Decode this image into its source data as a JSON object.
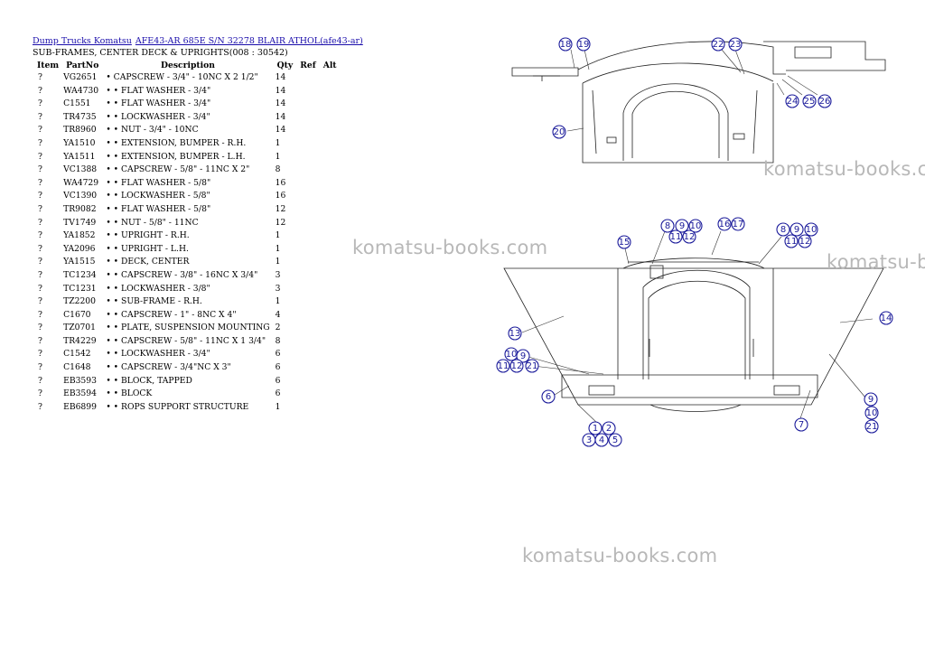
{
  "header": {
    "link1": "Dump Trucks Komatsu",
    "link2": "AFE43-AR 685E S/N 32278 BLAIR ATHOL(afe43-ar)"
  },
  "subtitle": "SUB-FRAMES, CENTER DECK & UPRIGHTS(008 : 30542)",
  "table": {
    "headers": {
      "item": "Item",
      "part": "PartNo",
      "desc": "Description",
      "qty": "Qty",
      "ref": "Ref",
      "alt": "Alt"
    },
    "rows": [
      {
        "item": "?",
        "part": "VG2651",
        "desc": "• CAPSCREW - 3/4\" - 10NC X 2 1/2\"",
        "qty": "14"
      },
      {
        "item": "?",
        "part": "WA4730",
        "desc": "• • FLAT WASHER - 3/4\"",
        "qty": "14"
      },
      {
        "item": "?",
        "part": "C1551",
        "desc": "• • FLAT WASHER - 3/4\"",
        "qty": "14"
      },
      {
        "item": "?",
        "part": "TR4735",
        "desc": "• • LOCKWASHER - 3/4\"",
        "qty": "14"
      },
      {
        "item": "?",
        "part": "TR8960",
        "desc": "• • NUT - 3/4\" - 10NC",
        "qty": "14"
      },
      {
        "item": "?",
        "part": "YA1510",
        "desc": "• • EXTENSION, BUMPER - R.H.",
        "qty": "1"
      },
      {
        "item": "?",
        "part": "YA1511",
        "desc": "• • EXTENSION, BUMPER - L.H.",
        "qty": "1"
      },
      {
        "item": "?",
        "part": "VC1388",
        "desc": "• • CAPSCREW - 5/8\" - 11NC X 2\"",
        "qty": "8"
      },
      {
        "item": "?",
        "part": "WA4729",
        "desc": "• • FLAT WASHER - 5/8\"",
        "qty": "16"
      },
      {
        "item": "?",
        "part": "VC1390",
        "desc": "• • LOCKWASHER - 5/8\"",
        "qty": "16"
      },
      {
        "item": "?",
        "part": "TR9082",
        "desc": "• • FLAT WASHER - 5/8\"",
        "qty": "12"
      },
      {
        "item": "?",
        "part": "TV1749",
        "desc": "• • NUT - 5/8\" - 11NC",
        "qty": "12"
      },
      {
        "item": "?",
        "part": "YA1852",
        "desc": "• • UPRIGHT - R.H.",
        "qty": "1"
      },
      {
        "item": "?",
        "part": "YA2096",
        "desc": "• • UPRIGHT - L.H.",
        "qty": "1"
      },
      {
        "item": "?",
        "part": "YA1515",
        "desc": "• • DECK, CENTER",
        "qty": "1"
      },
      {
        "item": "?",
        "part": "TC1234",
        "desc": "• • CAPSCREW - 3/8\" - 16NC X 3/4\"",
        "qty": "3"
      },
      {
        "item": "?",
        "part": "TC1231",
        "desc": "• • LOCKWASHER - 3/8\"",
        "qty": "3"
      },
      {
        "item": "?",
        "part": "TZ2200",
        "desc": "• • SUB-FRAME - R.H.",
        "qty": "1"
      },
      {
        "item": "?",
        "part": "C1670",
        "desc": "• • CAPSCREW - 1\" - 8NC X 4\"",
        "qty": "4"
      },
      {
        "item": "?",
        "part": "TZ0701",
        "desc": "• • PLATE, SUSPENSION MOUNTING",
        "qty": "2"
      },
      {
        "item": "?",
        "part": "TR4229",
        "desc": "• • CAPSCREW - 5/8\" - 11NC X 1 3/4\"",
        "qty": "8"
      },
      {
        "item": "?",
        "part": "C1542",
        "desc": "• • LOCKWASHER - 3/4\"",
        "qty": "6"
      },
      {
        "item": "?",
        "part": "C1648",
        "desc": "• • CAPSCREW - 3/4\"NC X 3\"",
        "qty": "6"
      },
      {
        "item": "?",
        "part": "EB3593",
        "desc": "• • BLOCK, TAPPED",
        "qty": "6"
      },
      {
        "item": "?",
        "part": "EB3594",
        "desc": "• • BLOCK",
        "qty": "6"
      },
      {
        "item": "?",
        "part": "EB6899",
        "desc": "• • ROPS SUPPORT STRUCTURE",
        "qty": "1"
      }
    ]
  },
  "watermark": "komatsu-books.com",
  "diagram": {
    "top_callouts": [
      "18",
      "19",
      "22",
      "23",
      "20",
      "24",
      "25",
      "26"
    ],
    "bottom_callouts": [
      "8",
      "9",
      "10",
      "16",
      "17",
      "11",
      "12",
      "8",
      "9",
      "10",
      "11",
      "12",
      "15",
      "13",
      "14",
      "10",
      "9",
      "11",
      "12",
      "21",
      "6",
      "1",
      "2",
      "3",
      "4",
      "5",
      "7",
      "9",
      "10",
      "21"
    ]
  },
  "colors": {
    "callout": "#1a1a9a",
    "link": "#1a0dab",
    "watermark": "#b8b8b8"
  }
}
